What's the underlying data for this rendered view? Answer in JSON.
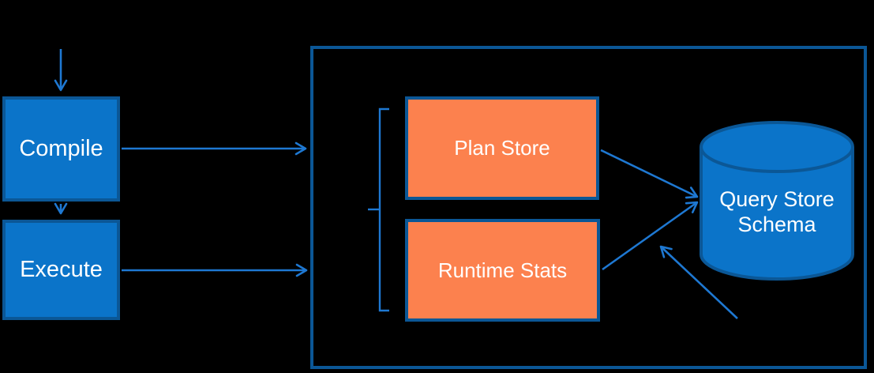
{
  "diagram": {
    "name": "query-store-architecture",
    "background": "#000000",
    "nodes": {
      "compile": {
        "label": "Compile",
        "shape": "rectangle",
        "fill": "#0b74c9"
      },
      "execute": {
        "label": "Execute",
        "shape": "rectangle",
        "fill": "#0b74c9"
      },
      "plan_store": {
        "label": "Plan Store",
        "shape": "rectangle",
        "fill": "#fc814e"
      },
      "runtime_stats": {
        "label": "Runtime Stats",
        "shape": "rectangle",
        "fill": "#fc814e"
      },
      "query_store_schema": {
        "line1": "Query Store",
        "line2": "Schema",
        "shape": "cylinder",
        "fill": "#0b74c9"
      },
      "query_store_frame": {
        "label": "",
        "shape": "container-frame"
      }
    },
    "edges": [
      {
        "id": "incoming-to-compile",
        "to": "compile",
        "style": "open-arrow"
      },
      {
        "id": "compile-to-execute",
        "from": "compile",
        "to": "execute",
        "style": "open-arrow"
      },
      {
        "id": "compile-to-frame",
        "from": "compile",
        "to": "query_store_frame",
        "style": "open-arrow"
      },
      {
        "id": "execute-to-frame",
        "from": "execute",
        "to": "query_store_frame",
        "style": "open-arrow"
      },
      {
        "id": "plan-store-to-schema",
        "from": "plan_store",
        "to": "query_store_schema",
        "style": "open-arrow"
      },
      {
        "id": "runtime-stats-to-schema",
        "from": "runtime_stats",
        "to": "query_store_schema",
        "style": "open-arrow"
      },
      {
        "id": "async-to-schema",
        "to": "query_store_schema",
        "style": "open-arrow"
      }
    ],
    "bracket": {
      "groups": [
        "plan_store",
        "runtime_stats"
      ]
    },
    "colors": {
      "border_dark_blue": "#0b5796",
      "node_fill_blue": "#0b74c9",
      "node_fill_orange": "#fc814e",
      "arrow_blue": "#1e78d2",
      "text": "#ffffff"
    }
  }
}
